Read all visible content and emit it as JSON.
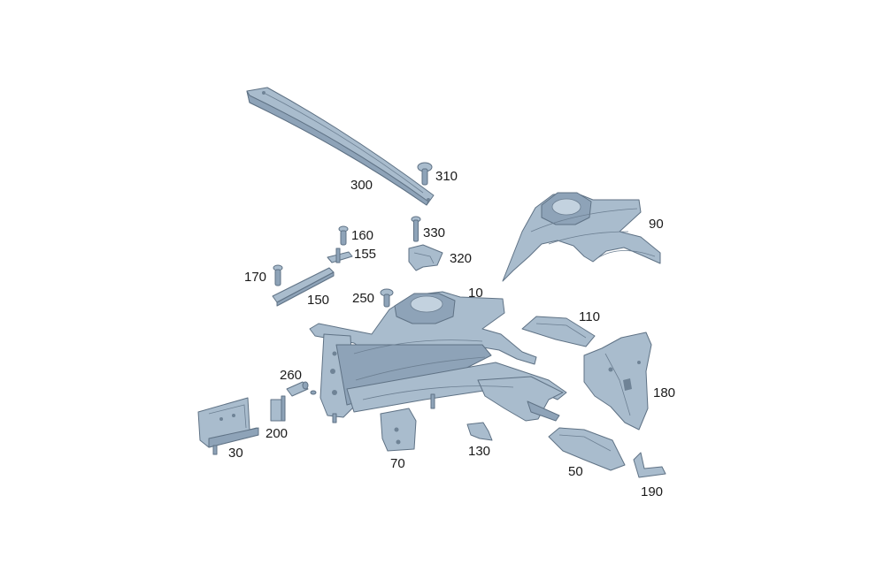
{
  "callouts": {
    "c300": "300",
    "c310": "310",
    "c330": "330",
    "c320": "320",
    "c160": "160",
    "c155": "155",
    "c170": "170",
    "c150": "150",
    "c250": "250",
    "c10": "10",
    "c90": "90",
    "c110": "110",
    "c180": "180",
    "c260": "260",
    "c200": "200",
    "c30": "30",
    "c70": "70",
    "c130": "130",
    "c50": "50",
    "c190": "190"
  },
  "colors": {
    "part_fill": "#a9bccd",
    "part_stroke": "#5f7285",
    "background": "#ffffff",
    "label_text": "#1a1a1a"
  }
}
